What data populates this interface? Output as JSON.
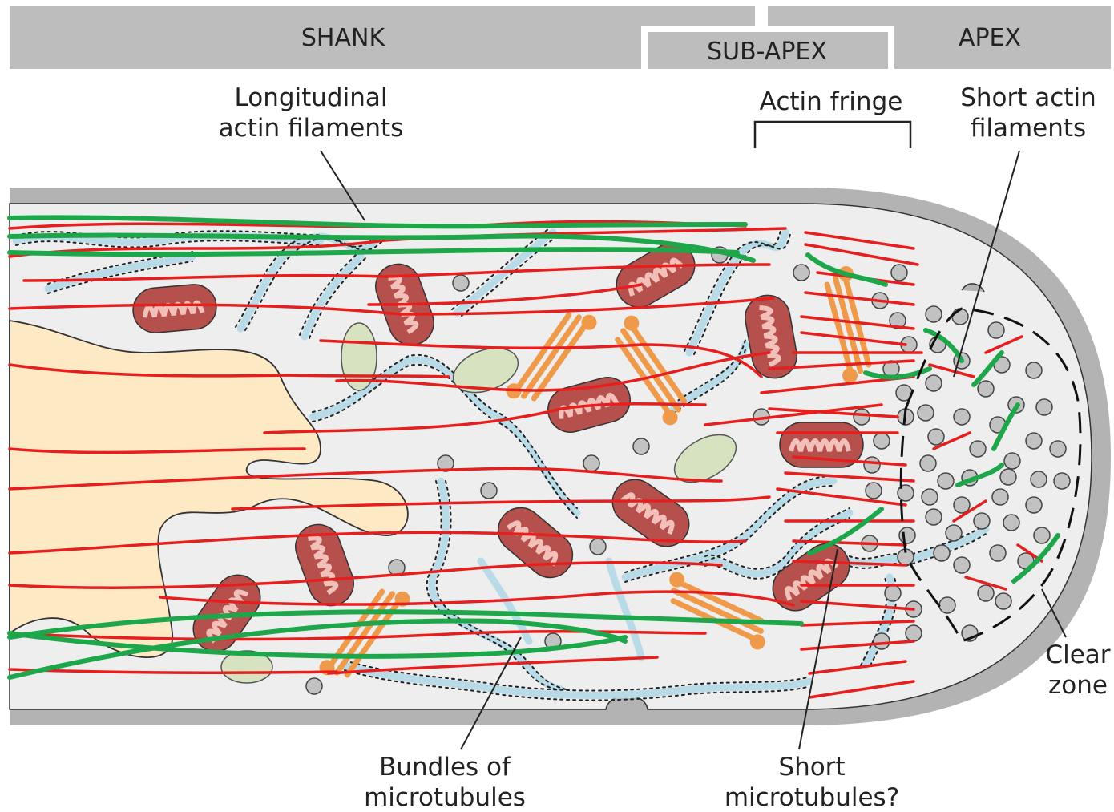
{
  "regions": {
    "shank": "SHANK",
    "sub_apex": "SUB-APEX",
    "apex": "APEX"
  },
  "labels": {
    "actin_fringe": "Actin fringe",
    "longitudinal_actin": [
      "Longitudinal",
      "actin filaments"
    ],
    "short_actin": [
      "Short actin",
      "filaments"
    ],
    "bundles_mt": [
      "Bundles of",
      "microtubules"
    ],
    "short_mt": [
      "Short",
      "microtubules?"
    ],
    "clear_zone": [
      "Clear",
      "zone"
    ]
  },
  "colors": {
    "header_band": "#bdbdbd",
    "cell_wall": "#b3b3b3",
    "cytoplasm": "#eeeeee",
    "nucleus": "#fde9c4",
    "actin": "#e61e1e",
    "microtubule": "#1ea64a",
    "mitochondrion": "#b5504c",
    "golgi": "#ef9a4a",
    "er": "#b9dbe8",
    "plastid": "#d7e3c0",
    "vesicle": "#c2c2c2"
  }
}
